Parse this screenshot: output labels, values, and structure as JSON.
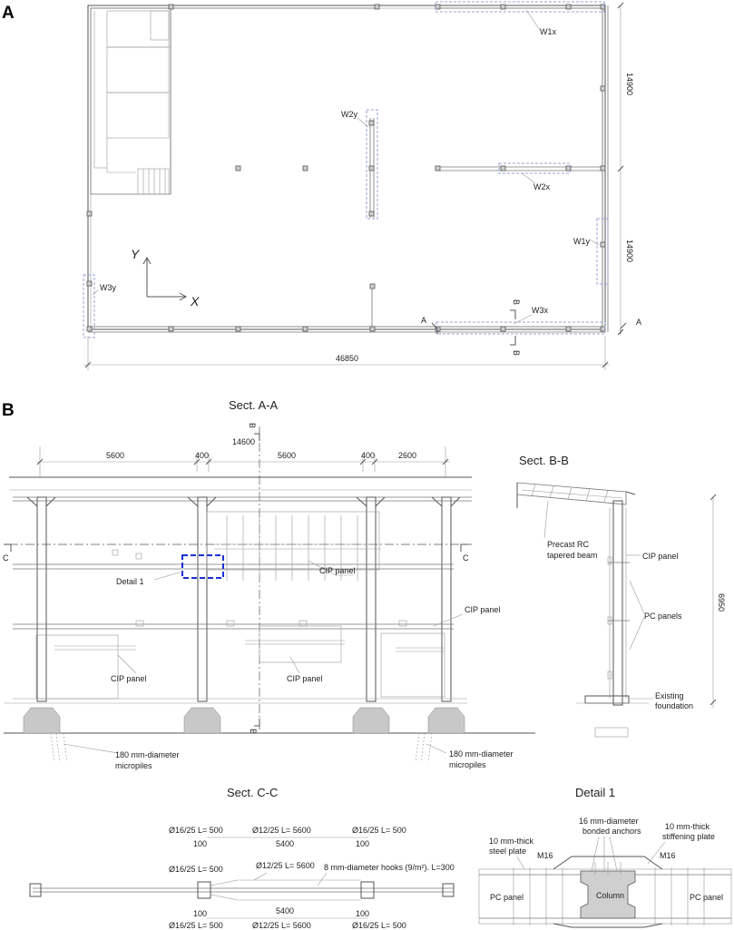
{
  "panel_a": {
    "letter": "A",
    "walls": {
      "w1x": "W1x",
      "w2x": "W2x",
      "w2y": "W2y",
      "w1y": "W1y",
      "w3x": "W3x",
      "w3y": "W3y"
    },
    "dims": {
      "width_total": "46850",
      "height_upper": "14900",
      "height_lower": "14900"
    },
    "axis_x": "X",
    "axis_y": "Y",
    "section_mark_a": "A",
    "section_mark_b": "B"
  },
  "panel_b": {
    "letter": "B",
    "sect_aa": {
      "title": "Sect. A-A",
      "dim_top": "14600",
      "dim_1": "5600",
      "dim_2": "400",
      "dim_3": "5600",
      "dim_4": "400",
      "dim_5": "2600",
      "mark_c": "C",
      "mark_b": "B",
      "detail_label": "Detail 1",
      "cip_panel": "CIP panel",
      "micropiles_1": "180 mm-diameter",
      "micropiles_2": "micropiles"
    },
    "sect_bb": {
      "title": "Sect. B-B",
      "precast_1": "Precast RC",
      "precast_2": "tapered beam",
      "cip_panel": "CIP panel",
      "pc_panels": "PC panels",
      "height": "6950",
      "existing_1": "Existing",
      "existing_2": "foundation"
    },
    "sect_cc": {
      "title": "Sect. C-C",
      "bar_short": "Ø16/25 L= 500",
      "bar_long": "Ø12/25 L= 5600",
      "hooks": "8 mm-diameter hooks (9/m²). L=300",
      "dim_100": "100",
      "dim_5400": "5400"
    },
    "detail1": {
      "title": "Detail 1",
      "anchors_1": "16 mm-diameter",
      "anchors_2": "bonded anchors",
      "stiff_1": "10 mm-thick",
      "stiff_2": "stiffening plate",
      "steel_1": "10 mm-thick",
      "steel_2": "steel plate",
      "m16": "M16",
      "pc_panel": "PC panel",
      "column": "Column"
    }
  }
}
